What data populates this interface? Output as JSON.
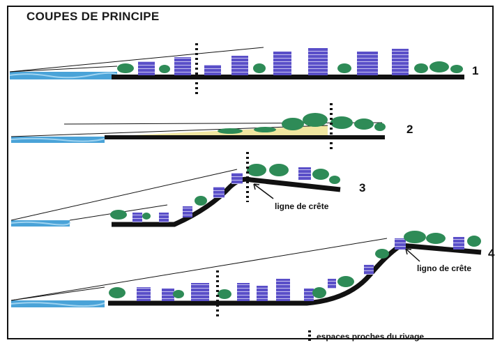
{
  "title": "COUPES DE PRINCIPE",
  "sections": [
    {
      "number": "1"
    },
    {
      "number": "2"
    },
    {
      "number": "3",
      "annotation": "ligne de crête"
    },
    {
      "number": "4",
      "annotation": "ligno de crête"
    }
  ],
  "legend": {
    "label": "espaces proches du rivage",
    "icon": "dotted-vertical-line-icon"
  },
  "colors": {
    "water": "#4aa3d8",
    "ground": "#111111",
    "building": "#5a4fc8",
    "vegetation": "#2e8b57",
    "sand": "#f0e6a0"
  }
}
